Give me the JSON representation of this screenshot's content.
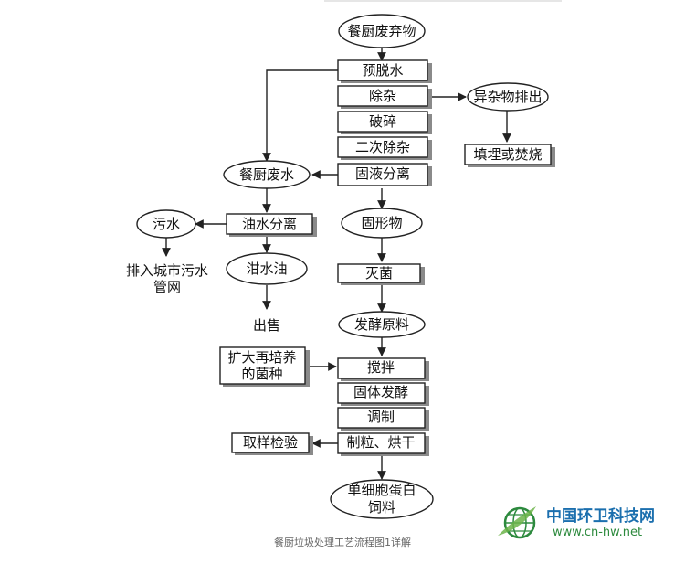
{
  "nodes": {
    "kitchen_waste": "餐厨废弃物",
    "pre_dewater": "预脱水",
    "impurity_removal": "除杂",
    "crushing": "破碎",
    "second_impurity_removal": "二次除杂",
    "solid_liquid_sep": "固液分离",
    "impurities_out": "异杂物排出",
    "landfill_incinerate": "填埋或焚烧",
    "kitchen_wastewater": "餐厨废水",
    "oil_water_sep": "油水分离",
    "sewage": "污水",
    "discharge_line1": "排入城市污水",
    "discharge_line2": "管网",
    "swill_oil": "泔水油",
    "sold": "出售",
    "solids": "固形物",
    "sterilize": "灭菌",
    "ferment_material": "发酵原料",
    "expand_culture_line1": "扩大再培养",
    "expand_culture_line2": "的菌种",
    "stir": "搅拌",
    "solid_ferment": "固体发酵",
    "adjust": "调制",
    "granulate_dry": "制粒、烘干",
    "sampling": "取样检验",
    "scp_line1": "单细胞蛋白",
    "scp_line2": "饲料"
  },
  "caption": "餐厨垃圾处理工艺流程图1详解",
  "watermark": {
    "title": "中国环卫科技网",
    "url": "www.cn-hw.net"
  },
  "colors": {
    "line": "#222222",
    "shadow": "#8a8a8a",
    "brand_blue": "#1b6fae",
    "brand_green": "#2d8a3e"
  }
}
